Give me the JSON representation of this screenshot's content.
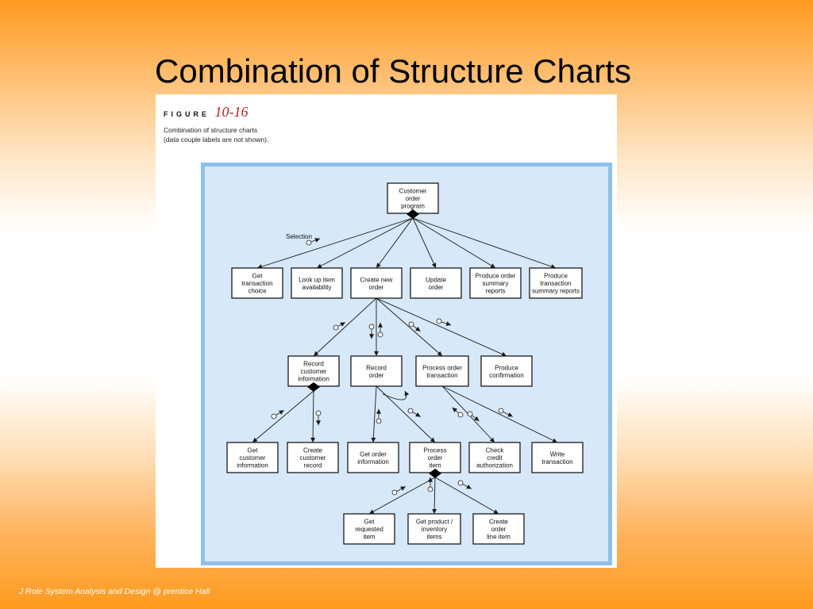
{
  "slide": {
    "title": "Combination of Structure Charts",
    "footer": "J Role System Analysis and Design @ prentice Hall"
  },
  "figure": {
    "label_word": "FIGURE",
    "number": "10-16",
    "caption_line1": "Combination of structure charts",
    "caption_line2": "(data couple labels are not shown)."
  },
  "diagram": {
    "selection_label": "Selection",
    "nodes": {
      "customer_order_program": [
        "Customer",
        "order",
        "program"
      ],
      "get_transaction_choice": [
        "Get",
        "transaction",
        "choice"
      ],
      "look_up_item_availability": [
        "Look up item",
        "availability"
      ],
      "create_new_order": [
        "Create new",
        "order"
      ],
      "update_order": [
        "Update",
        "order"
      ],
      "produce_order_summary_reports": [
        "Produce order",
        "summary",
        "reports"
      ],
      "produce_transaction_summary_reports": [
        "Produce",
        "transaction",
        "summary reports"
      ],
      "record_customer_information": [
        "Record",
        "customer",
        "information"
      ],
      "record_order": [
        "Record",
        "order"
      ],
      "process_order_transaction": [
        "Process order",
        "transaction"
      ],
      "produce_confirmation": [
        "Produce",
        "confirmation"
      ],
      "get_customer_information": [
        "Get",
        "customer",
        "information"
      ],
      "create_customer_record": [
        "Create",
        "customer",
        "record"
      ],
      "get_order_information": [
        "Get order",
        "information"
      ],
      "process_order_item": [
        "Process",
        "order",
        "item"
      ],
      "check_credit_authorization": [
        "Check",
        "credit",
        "authorization"
      ],
      "write_transaction": [
        "Write",
        "transaction"
      ],
      "get_requested_item": [
        "Get",
        "requested",
        "item"
      ],
      "get_product_inventory_items": [
        "Get product /",
        "inventory",
        "items"
      ],
      "create_order_line_item": [
        "Create",
        "order",
        "line item"
      ]
    }
  }
}
